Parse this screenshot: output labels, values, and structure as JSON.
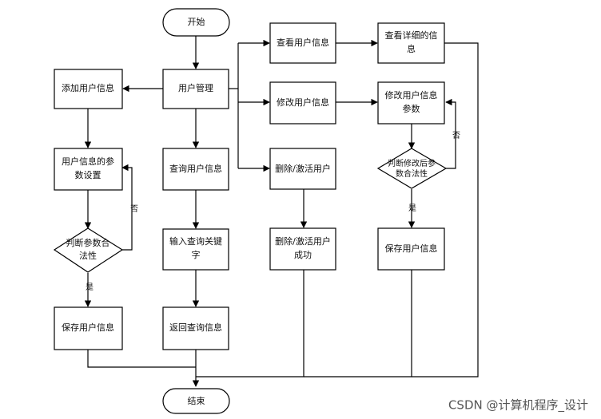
{
  "nodes": {
    "start": "开始",
    "user_mgmt": "用户管理",
    "add_user": "添加用户信息",
    "param_set": [
      "用户信息的参",
      "数设置"
    ],
    "judge_left": [
      "判断参数合",
      "法性"
    ],
    "save_left": "保存用户信息",
    "query_user": "查询用户信息",
    "input_kw": [
      "输入查询关键",
      "字"
    ],
    "return_query": "返回查询信息",
    "view_user": "查看用户信息",
    "view_detail": [
      "查看详细的信",
      "息"
    ],
    "modify_user": "修改用户信息",
    "modify_param": [
      "修改用户信息",
      "参数"
    ],
    "judge_right": [
      "判断修改后参",
      "数合法性"
    ],
    "save_right": "保存用户信息",
    "delete_user": "删除/激活用户",
    "delete_done": [
      "删除/激活用户",
      "成功"
    ],
    "end": "结束"
  },
  "edge_labels": {
    "no_left": "否",
    "yes_left": "是",
    "no_right": "否",
    "yes_right": "是"
  },
  "watermark": "CSDN @计算机程序_设计"
}
